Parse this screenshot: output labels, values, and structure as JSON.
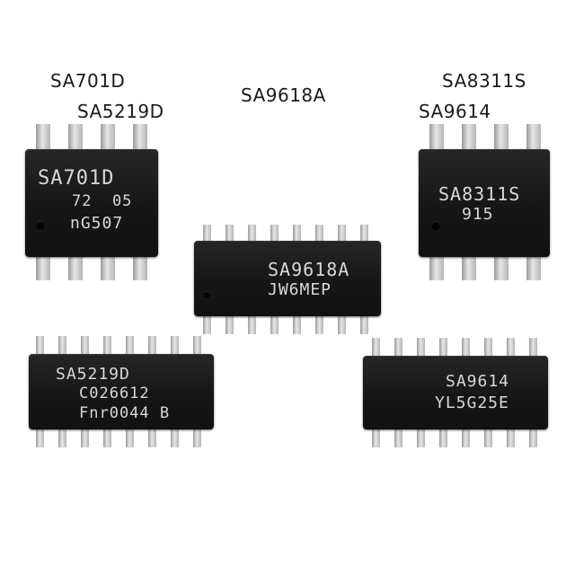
{
  "captions": {
    "c1": "SA701D",
    "c2": "SA5219D",
    "c3": "SA9618A",
    "c4": "SA8311S",
    "c5": "SA9614"
  },
  "chips": {
    "sa701d": {
      "line1": "SA701D",
      "line2": "72  05",
      "line3": "nG507"
    },
    "sa8311s": {
      "line1": "SA8311S",
      "line2": "915"
    },
    "sa9618a": {
      "line1": "SA9618A",
      "line2": "JW6MEP"
    },
    "sa5219d": {
      "line1": "SA5219D",
      "line2": "C026612",
      "line3": "Fnr0044 B"
    },
    "sa9614": {
      "line1": "SA9614",
      "line2": "YL5G25E"
    }
  }
}
